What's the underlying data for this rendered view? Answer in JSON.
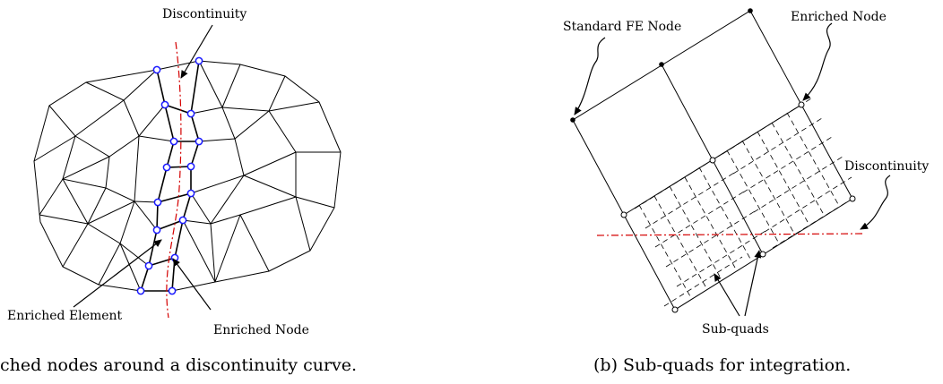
{
  "figure_left": {
    "labels": {
      "discontinuity": "Discontinuity",
      "enriched_element": "Enriched Element",
      "enriched_node": "Enriched Node"
    },
    "caption": "ched nodes around a discontinuity curve."
  },
  "figure_right": {
    "labels": {
      "standard_fe_node": "Standard FE Node",
      "enriched_node": "Enriched Node",
      "discontinuity": "Discontinuity",
      "sub_quads": "Sub-quads"
    },
    "caption": "(b) Sub-quads for integration."
  },
  "colors": {
    "mesh_line": "#000000",
    "discontinuity": "#d40000",
    "enriched_node": "#1a1aff"
  }
}
